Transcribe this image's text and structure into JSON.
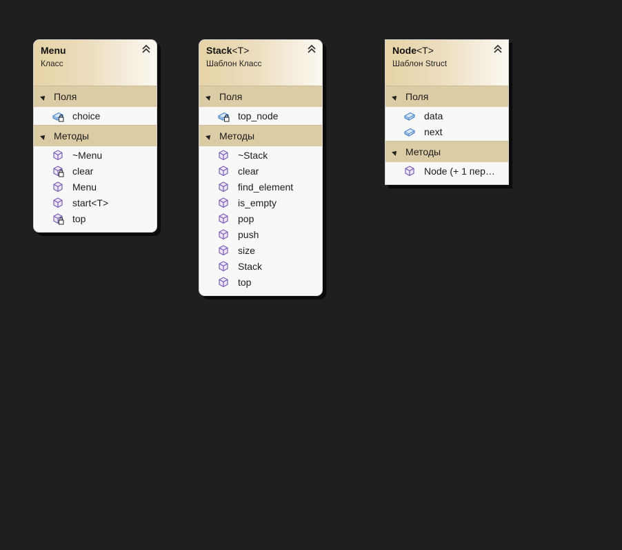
{
  "diagram": {
    "classes": [
      {
        "title": "Menu",
        "title_suffix": "",
        "subtitle": "Класс",
        "sections": [
          {
            "label": "Поля",
            "items": [
              {
                "label": "choice",
                "icon": "field-private-icon"
              }
            ]
          },
          {
            "label": "Методы",
            "items": [
              {
                "label": "~Menu",
                "icon": "method-icon"
              },
              {
                "label": "clear",
                "icon": "method-private-icon"
              },
              {
                "label": "Menu",
                "icon": "method-icon"
              },
              {
                "label": "start<T>",
                "icon": "method-icon"
              },
              {
                "label": "top",
                "icon": "method-private-icon"
              }
            ]
          }
        ]
      },
      {
        "title": "Stack",
        "title_suffix": "<T>",
        "subtitle": "Шаблон Класс",
        "sections": [
          {
            "label": "Поля",
            "items": [
              {
                "label": "top_node",
                "icon": "field-private-icon"
              }
            ]
          },
          {
            "label": "Методы",
            "items": [
              {
                "label": "~Stack",
                "icon": "method-icon"
              },
              {
                "label": "clear",
                "icon": "method-icon"
              },
              {
                "label": "find_element",
                "icon": "method-icon"
              },
              {
                "label": "is_empty",
                "icon": "method-icon"
              },
              {
                "label": "pop",
                "icon": "method-icon"
              },
              {
                "label": "push",
                "icon": "method-icon"
              },
              {
                "label": "size",
                "icon": "method-icon"
              },
              {
                "label": "Stack",
                "icon": "method-icon"
              },
              {
                "label": "top",
                "icon": "method-icon"
              }
            ]
          }
        ]
      },
      {
        "title": "Node",
        "title_suffix": "<T>",
        "subtitle": "Шаблон Struct",
        "sections": [
          {
            "label": "Поля",
            "items": [
              {
                "label": "data",
                "icon": "field-icon"
              },
              {
                "label": "next",
                "icon": "field-icon"
              }
            ]
          },
          {
            "label": "Методы",
            "items": [
              {
                "label": "Node (+ 1 пер…",
                "icon": "method-icon"
              }
            ]
          }
        ]
      }
    ]
  },
  "colors": {
    "background": "#1f1f1f",
    "header_gradient_start": "#e6d3a6",
    "section_header": "#dccca6",
    "card_body": "#f8f8f8",
    "method_icon": "#7b5fb5",
    "field_icon": "#4a86c8"
  }
}
